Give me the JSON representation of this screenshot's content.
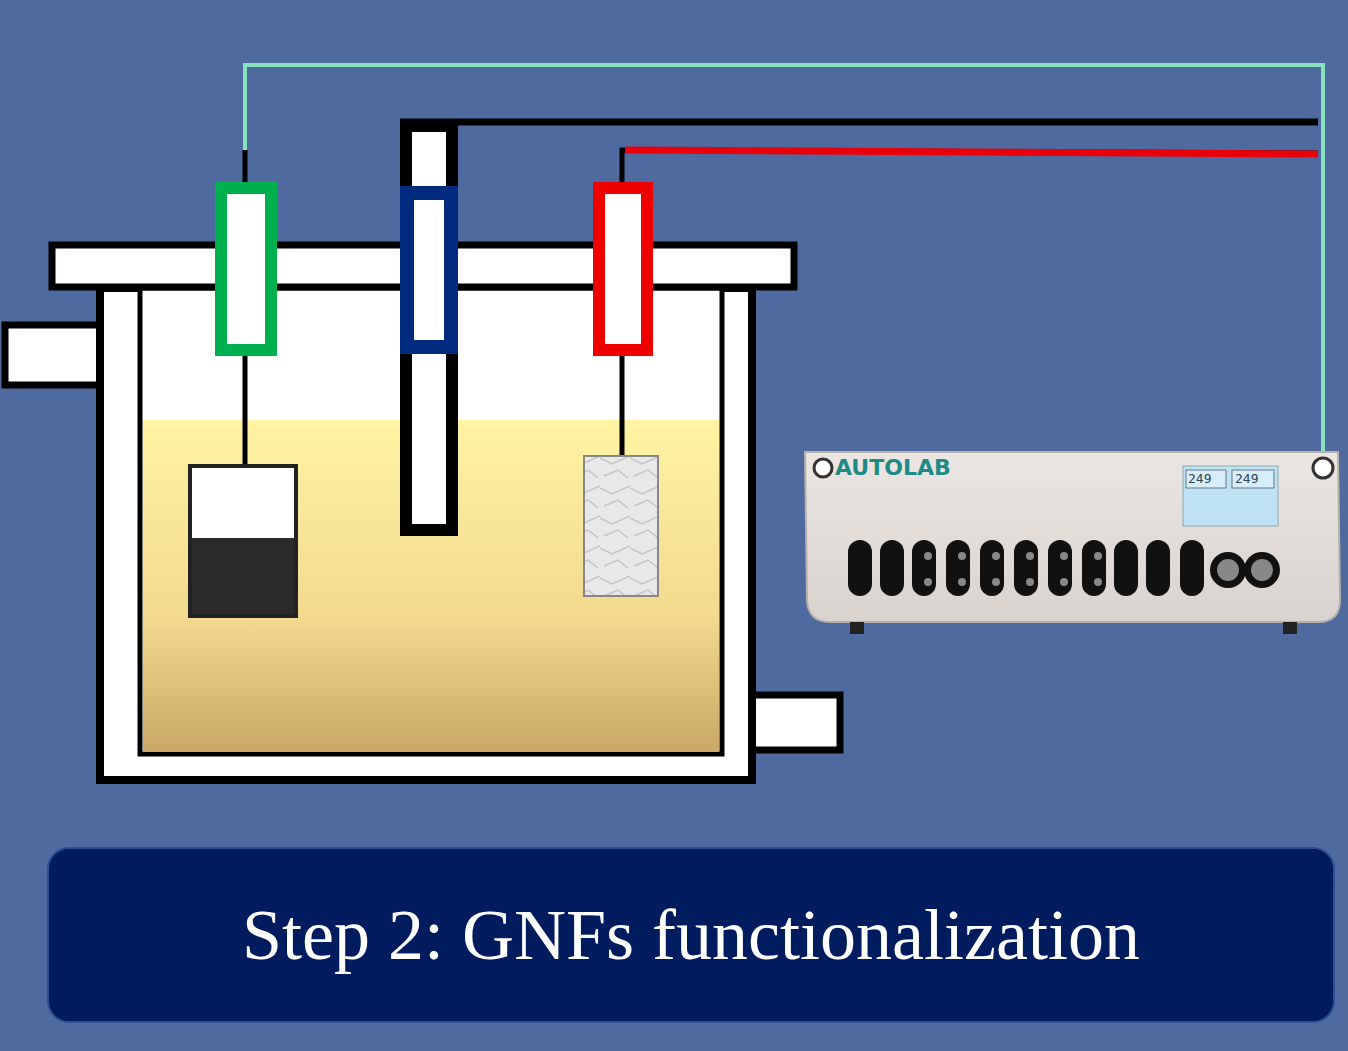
{
  "diagram": {
    "nodes": [
      {
        "text": [
          "AUTOLAB"
        ]
      },
      {
        "text": [
          "Step 2: GNFs functionalization"
        ]
      }
    ],
    "labels": [
      "249",
      "249"
    ]
  }
}
